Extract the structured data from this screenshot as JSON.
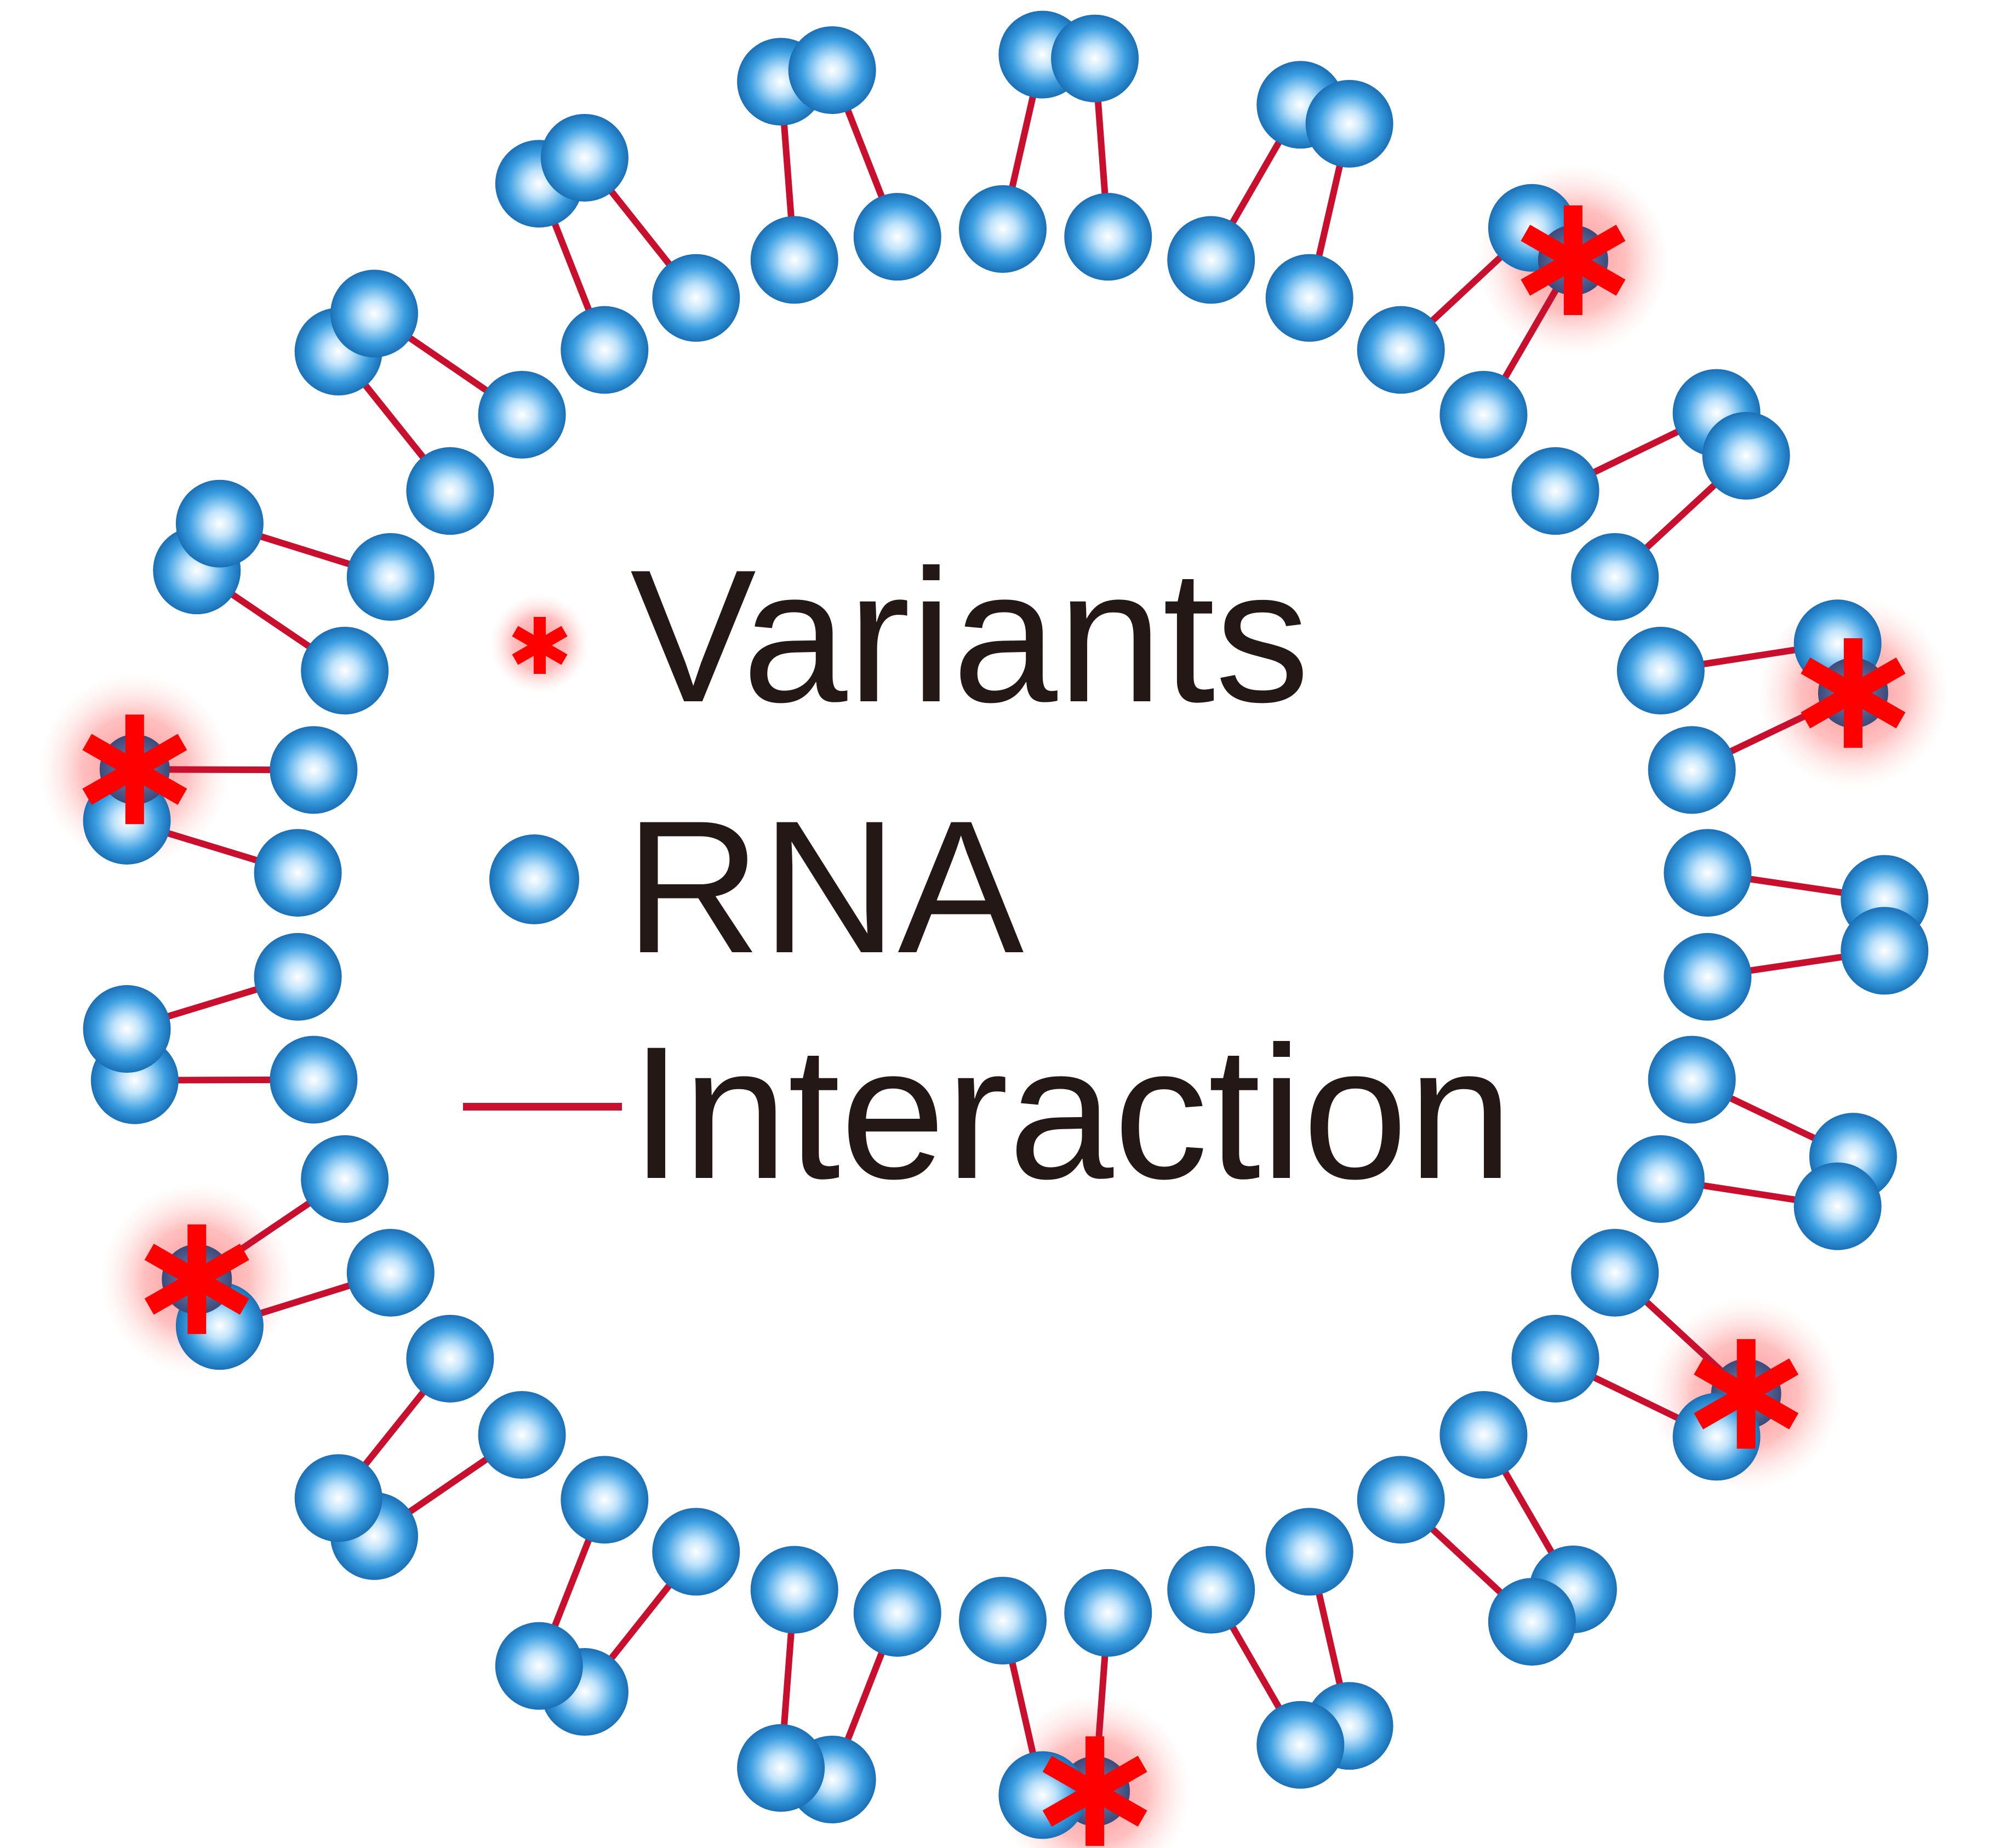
{
  "legend": {
    "variants_label": "Variants",
    "rna_label": "RNA",
    "interaction_label": "Interaction"
  },
  "colors": {
    "rna_ball": "#1e86d2",
    "rna_highlight": "#ffffff",
    "variant_star": "#ff0000",
    "variant_glow": "#ff8080",
    "variant_core": "#4b5a8c",
    "interaction_line": "#c8102e",
    "text": "#231815"
  },
  "icons": {
    "variant": "red-asterisk-icon",
    "rna": "blue-sphere-icon",
    "interaction": "red-line-icon"
  },
  "diagram": {
    "rna_pair_count": 42,
    "variant_pair_indices": [
      5,
      9,
      14,
      20,
      29,
      33
    ]
  }
}
